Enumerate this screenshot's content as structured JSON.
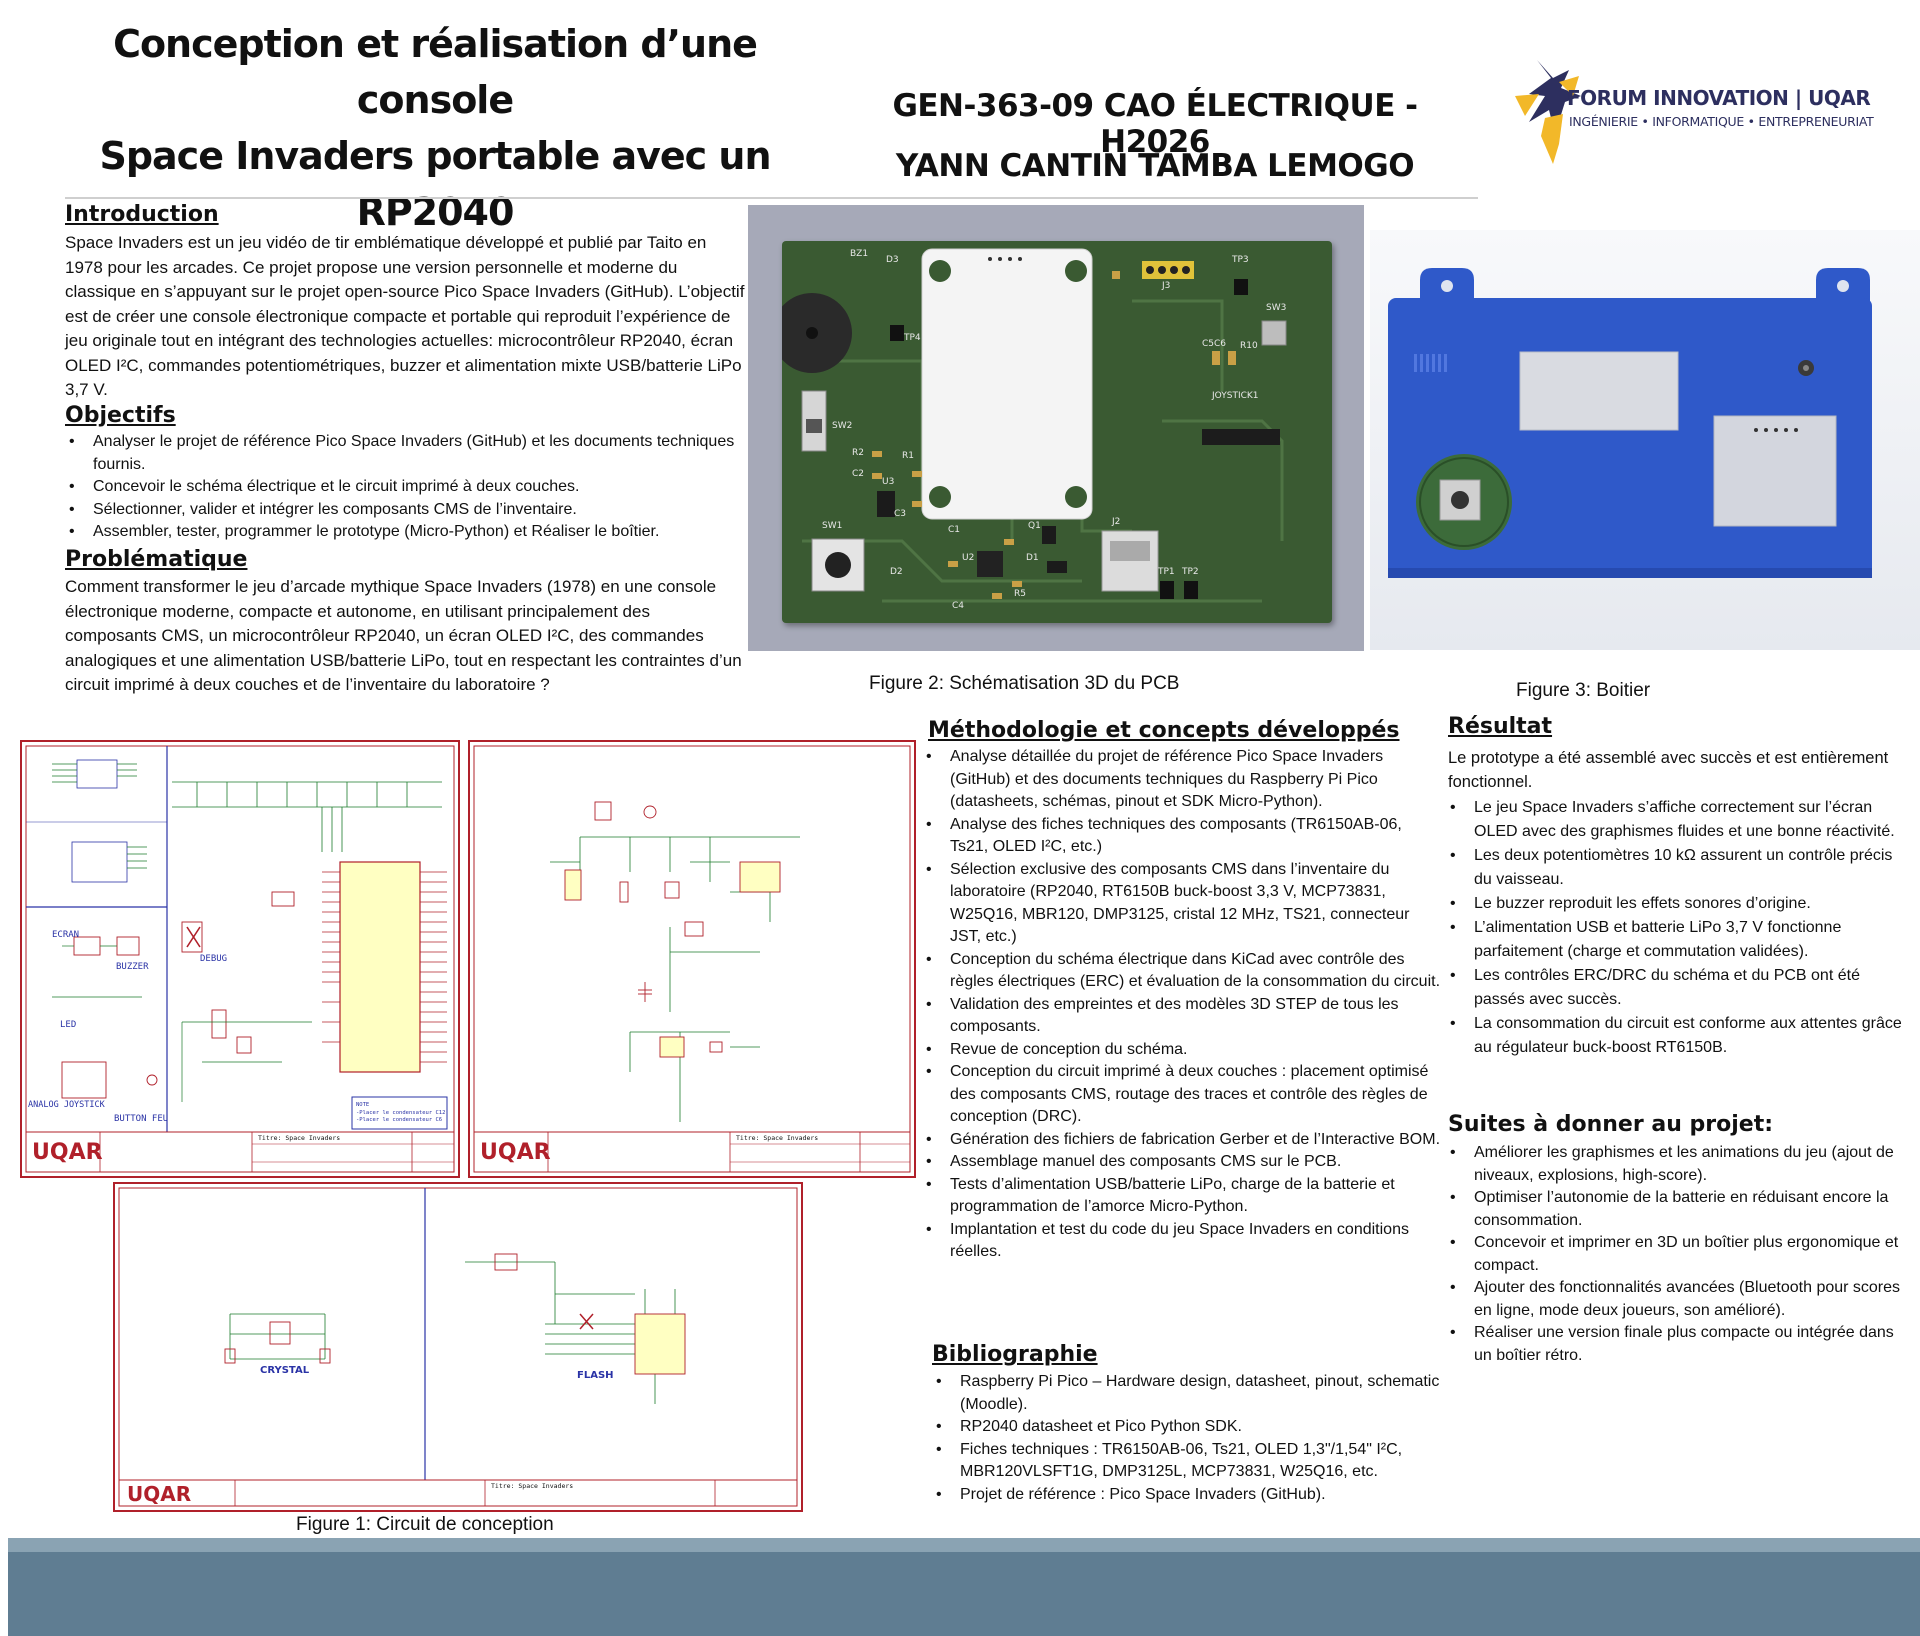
{
  "header": {
    "title_line1": "Conception et réalisation d’une console",
    "title_line2": "Space Invaders portable avec un RP2040",
    "course": "GEN-363-09 CAO ÉLECTRIQUE - H2026",
    "author": "YANN CANTIN TAMBA LEMOGO",
    "logo_line1": "FORUM INNOVATION | UQAR",
    "logo_line2": "INGÉNIERIE • INFORMATIQUE • ENTREPRENEURIAT"
  },
  "introduction": {
    "heading": "Introduction",
    "body": "Space Invaders est un jeu vidéo de tir emblématique développé et publié par Taito en 1978 pour les arcades. Ce projet propose une version personnelle et moderne du classique en s’appuyant sur le projet open-source Pico Space Invaders (GitHub). L’objectif est de créer une console électronique compacte et portable qui reproduit l’expérience de jeu originale tout en intégrant des technologies actuelles: microcontrôleur RP2040, écran OLED I²C, commandes potentiométriques, buzzer et alimentation mixte USB/batterie LiPo 3,7 V."
  },
  "objectifs": {
    "heading": "Objectifs",
    "items": [
      "Analyser le projet de référence Pico Space Invaders (GitHub) et les documents techniques fournis.",
      "Concevoir le schéma électrique et le circuit imprimé à deux couches.",
      "Sélectionner, valider et intégrer les composants CMS de l’inventaire.",
      "Assembler, tester, programmer le prototype (Micro-Python) et Réaliser le boîtier."
    ]
  },
  "problematique": {
    "heading": "Problématique",
    "body": "Comment transformer le jeu d’arcade mythique Space Invaders (1978) en une console électronique moderne, compacte et autonome, en utilisant principalement des composants CMS, un microcontrôleur RP2040, un écran OLED I²C, des commandes analogiques et une alimentation USB/batterie LiPo, tout en respectant les contraintes d’un circuit imprimé à deux couches et de l’inventaire du laboratoire ?"
  },
  "figures": {
    "fig1_caption": "Figure 1: Circuit de conception",
    "fig2_caption": "Figure 2: Schématisation 3D du PCB",
    "fig3_caption": "Figure 3: Boitier"
  },
  "schematics": {
    "sheet_logo": "UQAR",
    "block_labels": [
      "ECRAN",
      "BUZZER",
      "DEBUG",
      "LED",
      "ANALOG JOYSTICK",
      "BUTTON FEU"
    ],
    "crystal_label": "CRYSTAL",
    "flash_label": "FLASH",
    "sheet1_title": "Titre: Space Invaders",
    "sheet2_title": "Titre: Space Invaders",
    "sheet3_title": "Titre: Space Invaders"
  },
  "pcb": {
    "refs": [
      "BZ1",
      "D3",
      "J3",
      "TP3",
      "SW3",
      "TP4",
      "C5C6",
      "R10",
      "JOYSTICK1",
      "SW2",
      "R2",
      "C2",
      "U3",
      "R1",
      "C3",
      "SW1",
      "C1",
      "U2",
      "Q1",
      "D1",
      "J2",
      "D2",
      "C4",
      "R5",
      "TP1",
      "TP2"
    ]
  },
  "methodologie": {
    "heading": "Méthodologie et concepts développés",
    "items": [
      "Analyse détaillée du projet de référence Pico Space Invaders (GitHub) et des documents techniques du Raspberry Pi Pico (datasheets, schémas, pinout et SDK Micro-Python).",
      "Analyse des fiches techniques des composants (TR6150AB-06, Ts21, OLED I²C, etc.)",
      "Sélection exclusive des composants CMS dans l’inventaire du laboratoire (RP2040, RT6150B buck-boost 3,3 V, MCP73831, W25Q16, MBR120, DMP3125, cristal 12 MHz, TS21, connecteur JST, etc.)",
      "Conception du schéma électrique dans KiCad avec contrôle des règles électriques (ERC) et évaluation de la consommation du circuit.",
      "Validation des empreintes et des modèles 3D STEP de tous les composants.",
      "Revue de conception du schéma.",
      "Conception du circuit imprimé à deux couches : placement optimisé des composants CMS, routage des traces et contrôle des règles de conception (DRC).",
      "Génération des fichiers de fabrication Gerber et de l’Interactive BOM.",
      "Assemblage manuel des composants CMS sur le PCB.",
      "Tests d’alimentation USB/batterie LiPo, charge de la batterie et programmation de l’amorce Micro-Python.",
      "Implantation et test du code du jeu Space Invaders en conditions réelles."
    ]
  },
  "bibliographie": {
    "heading": "Bibliographie",
    "items": [
      "Raspberry Pi Pico – Hardware design, datasheet, pinout, schematic (Moodle).",
      "RP2040 datasheet et Pico Python SDK.",
      "Fiches techniques : TR6150AB-06, Ts21, OLED 1,3\"/1,54\" I²C, MBR120VLSFT1G, DMP3125L, MCP73831, W25Q16, etc.",
      "Projet de référence : Pico Space Invaders (GitHub)."
    ]
  },
  "resultat": {
    "heading": "Résultat",
    "intro": "Le prototype a été assemblé avec succès et est entièrement fonctionnel.",
    "items": [
      "Le jeu Space Invaders s’affiche correctement sur l’écran OLED avec des graphismes fluides et une bonne réactivité.",
      "Les deux potentiomètres 10 kΩ assurent un contrôle précis du vaisseau.",
      "Le buzzer reproduit les effets sonores d’origine.",
      "L’alimentation USB et batterie LiPo 3,7 V fonctionne parfaitement (charge et commutation validées).",
      "Les contrôles ERC/DRC du schéma et du PCB ont été passés avec succès.",
      "La consommation du circuit est conforme aux attentes grâce au régulateur buck-boost RT6150B."
    ]
  },
  "suites": {
    "heading": "Suites à donner au projet:",
    "items": [
      "Améliorer les graphismes et les animations du jeu (ajout de niveaux, explosions, high-score).",
      "Optimiser l’autonomie de la batterie en réduisant encore la consommation.",
      "Concevoir et imprimer en 3D un boîtier plus ergonomique et compact.",
      "Ajouter des fonctionnalités avancées (Bluetooth pour scores en ligne, mode deux joueurs, son amélioré).",
      "Réaliser une version finale plus compacte ou intégrée dans un boîtier rétro."
    ]
  },
  "colors": {
    "pcb_green": "#3a5a32",
    "pcb_frame": "#a6a9b8",
    "case_blue": "#2f59c9",
    "schematic_red": "#b0202a",
    "schematic_blue": "#2a33a6",
    "footer": "#5f7d92",
    "logo_navy": "#2d2f5f",
    "logo_gold": "#f2b829"
  }
}
